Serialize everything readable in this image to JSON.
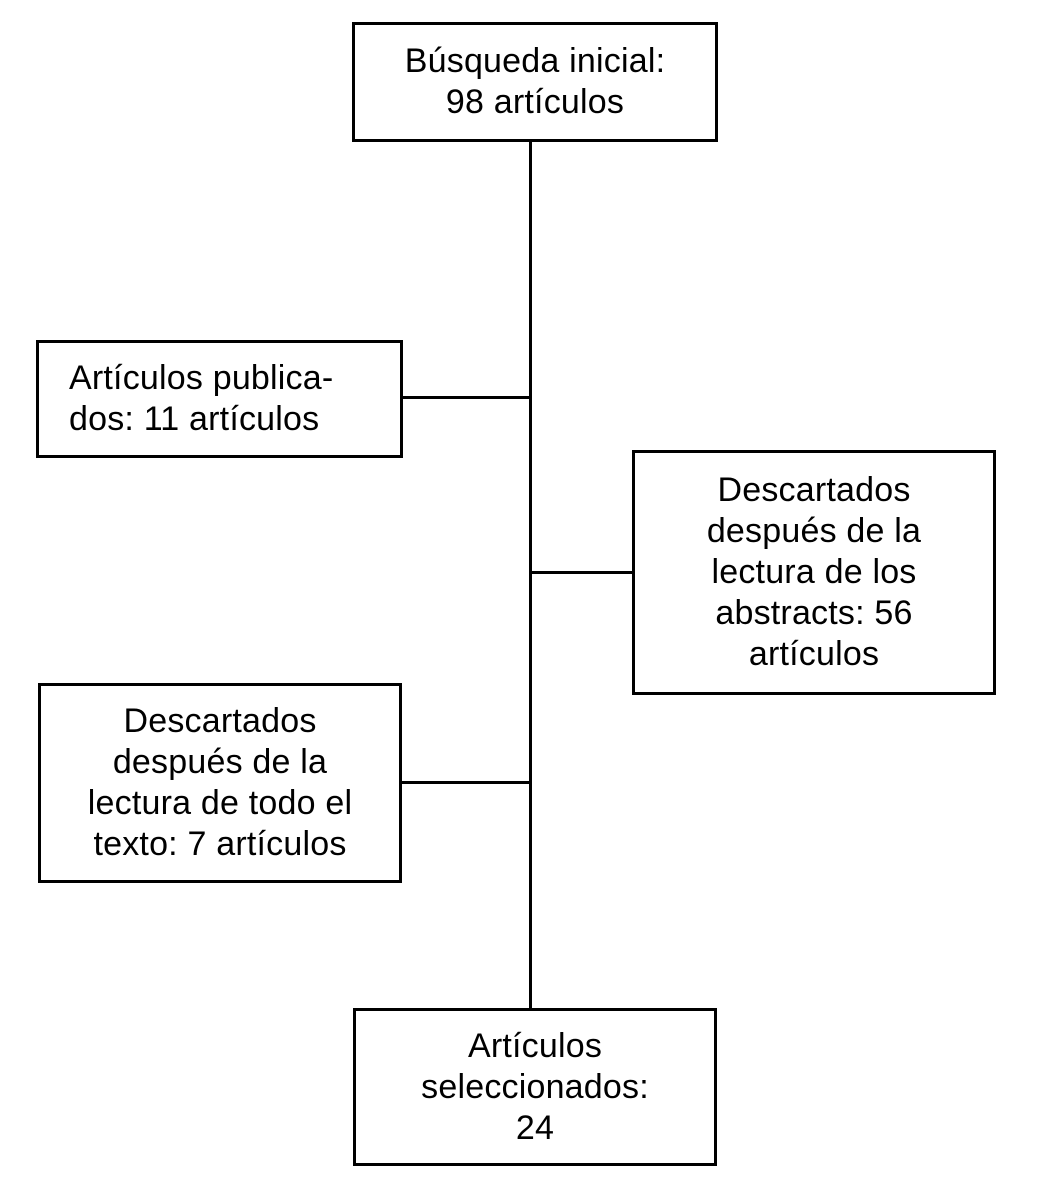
{
  "diagram": {
    "type": "flowchart",
    "language": "es",
    "colors": {
      "background": "#ffffff",
      "box_border": "#000000",
      "connector": "#000000",
      "text": "#000000"
    },
    "boxes": [
      {
        "id": "busqueda-inicial",
        "lines": [
          "Búsqueda inicial:",
          "98 artículos"
        ],
        "count": 98
      },
      {
        "id": "articulos-publicados",
        "lines": [
          "Artículos publica-",
          "dos: 11 artículos"
        ],
        "count": 11
      },
      {
        "id": "descartados-abstracts",
        "lines": [
          "Descartados",
          "después de la",
          "lectura de los",
          "abstracts: 56",
          "artículos"
        ],
        "count": 56
      },
      {
        "id": "descartados-texto-completo",
        "lines": [
          "Descartados",
          "después de la",
          "lectura de todo el",
          "texto: 7 artículos"
        ],
        "count": 7
      },
      {
        "id": "articulos-seleccionados",
        "lines": [
          "Artículos",
          "seleccionados:",
          "24"
        ],
        "count": 24
      }
    ],
    "connections": [
      {
        "from": "busqueda-inicial",
        "to": "articulos-publicados",
        "side": "left"
      },
      {
        "from": "busqueda-inicial",
        "to": "descartados-abstracts",
        "side": "right"
      },
      {
        "from": "busqueda-inicial",
        "to": "descartados-texto-completo",
        "side": "left"
      },
      {
        "from": "busqueda-inicial",
        "to": "articulos-seleccionados",
        "side": "down"
      }
    ]
  }
}
